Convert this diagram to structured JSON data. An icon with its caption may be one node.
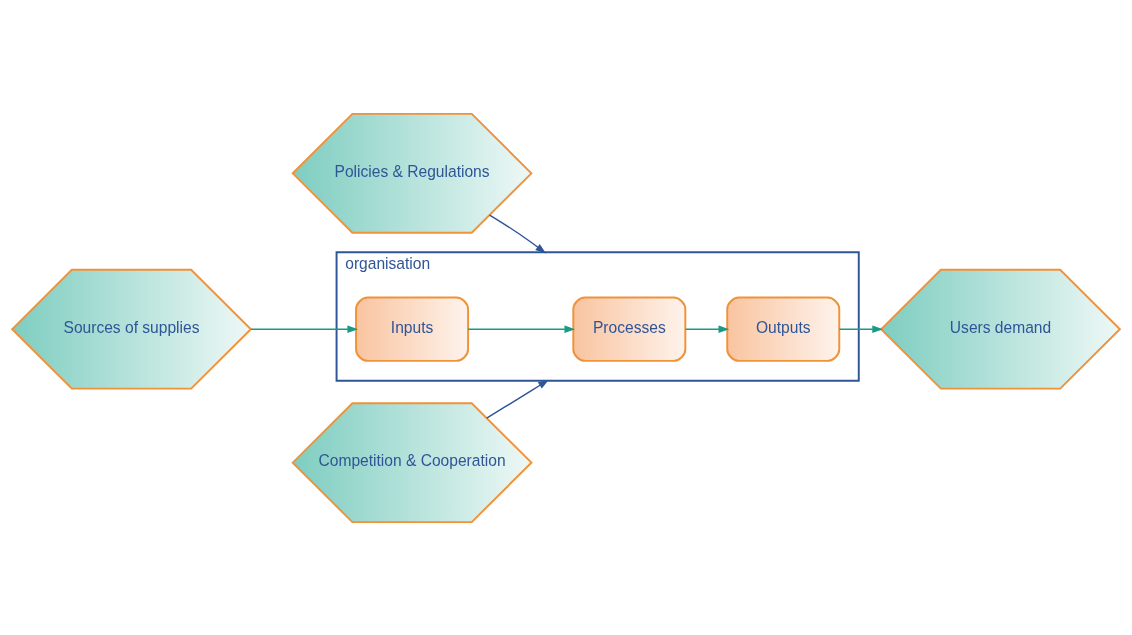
{
  "diagram": {
    "nodes": [
      {
        "text": [
          "Policies & Regulations"
        ]
      },
      {
        "text": [
          "organisation"
        ]
      },
      {
        "text": [
          "Sources of supplies"
        ]
      },
      {
        "text": [
          "Inputs"
        ],
        "in": 1
      },
      {
        "text": [
          "Processes"
        ],
        "in": 1
      },
      {
        "text": [
          "Outputs"
        ],
        "in": 1
      },
      {
        "text": [
          "Users demand"
        ]
      },
      {
        "text": [
          "Competition & Cooperation"
        ]
      }
    ],
    "edges": [
      {
        "from": 0,
        "to": 1,
        "arrow": "to",
        "color": "#2f5597"
      },
      {
        "from": 2,
        "to": 3,
        "arrow": "to"
      },
      {
        "from": 3,
        "to": 4,
        "arrow": "to"
      },
      {
        "from": 4,
        "to": 5,
        "arrow": "to"
      },
      {
        "from": 5,
        "to": 6,
        "arrow": "to"
      },
      {
        "from": 7,
        "to": 1,
        "arrow": "to",
        "color": "#2f5597"
      }
    ]
  }
}
